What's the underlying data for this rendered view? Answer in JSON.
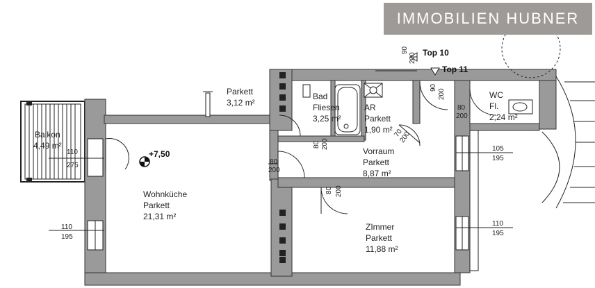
{
  "logo": {
    "text": "IMMOBILIEN HUBNER",
    "bg_color": "#9e9a98"
  },
  "elevation_marker": "+7,50",
  "units": {
    "top10": "Top 10",
    "top11": "Top 11"
  },
  "rooms": {
    "balkon": {
      "name": "Balkon",
      "area": "4,49 m²"
    },
    "terrace": {
      "floor": "Parkett",
      "area": "3,12 m²"
    },
    "bad": {
      "name": "Bad",
      "floor": "Fliesen",
      "area": "3,25 m²"
    },
    "ar": {
      "name": "AR",
      "floor": "Parkett",
      "area": "1,90 m²"
    },
    "wc": {
      "name": "WC",
      "floor": "Fl.",
      "area": "2,24 m²"
    },
    "vorraum": {
      "name": "Vorraum",
      "floor": "Parkett",
      "area": "8,87 m²"
    },
    "wohnkueche": {
      "name": "Wohnküche",
      "floor": "Parkett",
      "area": "21,31 m²"
    },
    "zimmer": {
      "name": "ZImmer",
      "floor": "Parkett",
      "area": "11,88 m²"
    }
  },
  "dims": {
    "balkon_door": {
      "w": "110",
      "h": "275"
    },
    "window_left": {
      "w": "110",
      "h": "195"
    },
    "window_right_top": {
      "w": "105",
      "h": "195"
    },
    "window_right_bottom": {
      "w": "110",
      "h": "195"
    },
    "door_wohn": {
      "w": "80",
      "h": "200"
    },
    "door_bad": {
      "w": "80",
      "h": "200"
    },
    "door_zimmer": {
      "w": "80",
      "h": "200"
    },
    "door_wc": {
      "w": "80",
      "h": "200"
    },
    "door_ar": {
      "w": "70",
      "h": "200"
    },
    "door_entry": {
      "w": "90",
      "h": "200"
    },
    "door_top10": {
      "w": "90",
      "h": "200"
    }
  }
}
